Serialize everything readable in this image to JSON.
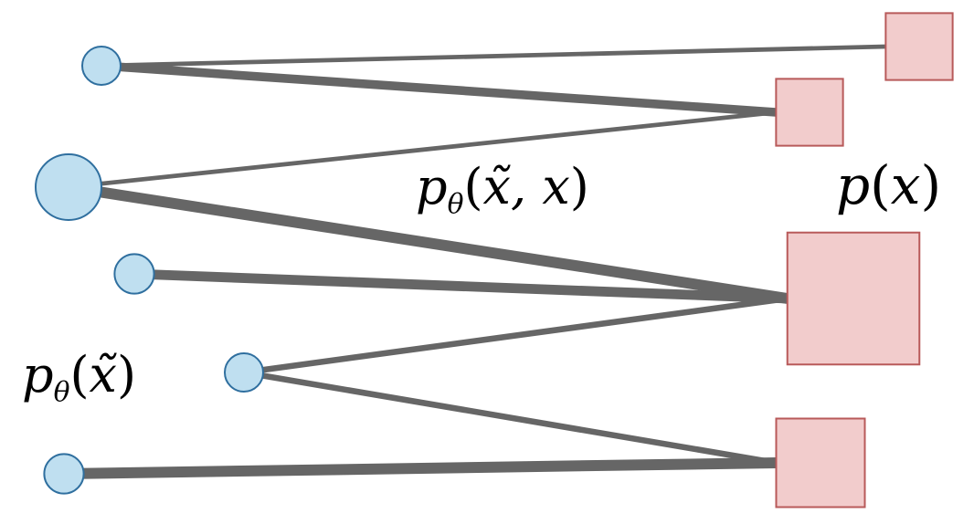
{
  "labels": {
    "joint": {
      "base": "p",
      "subscript": "θ",
      "open": "(",
      "args": "x̃, x",
      "close": ")"
    },
    "marginal_latent": {
      "base": "p",
      "subscript": "θ",
      "open": "(",
      "args": "x̃",
      "close": ")"
    },
    "marginal_data": {
      "base": "p",
      "open": "(",
      "args": "x",
      "close": ")"
    }
  },
  "graph": {
    "latent_nodes": [
      {
        "id": "z1",
        "weight": 0.35
      },
      {
        "id": "z2",
        "weight": 0.6
      },
      {
        "id": "z3",
        "weight": 0.36
      },
      {
        "id": "z4",
        "weight": 0.35
      },
      {
        "id": "z5",
        "weight": 0.36
      }
    ],
    "data_nodes": [
      {
        "id": "x1",
        "weight": 0.37
      },
      {
        "id": "x2",
        "weight": 0.37
      },
      {
        "id": "x3",
        "weight": 0.73
      },
      {
        "id": "x4",
        "weight": 0.49
      }
    ],
    "edges": [
      {
        "from": "z1",
        "to": "x1",
        "weight": 0.4
      },
      {
        "from": "z1",
        "to": "x2",
        "weight": 0.8
      },
      {
        "from": "z2",
        "to": "x2",
        "weight": 0.4
      },
      {
        "from": "z2",
        "to": "x3",
        "weight": 1.0
      },
      {
        "from": "z3",
        "to": "x3",
        "weight": 0.9
      },
      {
        "from": "z4",
        "to": "x3",
        "weight": 0.55
      },
      {
        "from": "z4",
        "to": "x4",
        "weight": 0.55
      },
      {
        "from": "z5",
        "to": "x4",
        "weight": 1.0
      }
    ],
    "colors": {
      "edge": "#666666",
      "latent_fill": "#bfdff0",
      "latent_stroke": "#2f6f9f",
      "data_fill": "#f2cccc",
      "data_stroke": "#b85a5a"
    }
  }
}
